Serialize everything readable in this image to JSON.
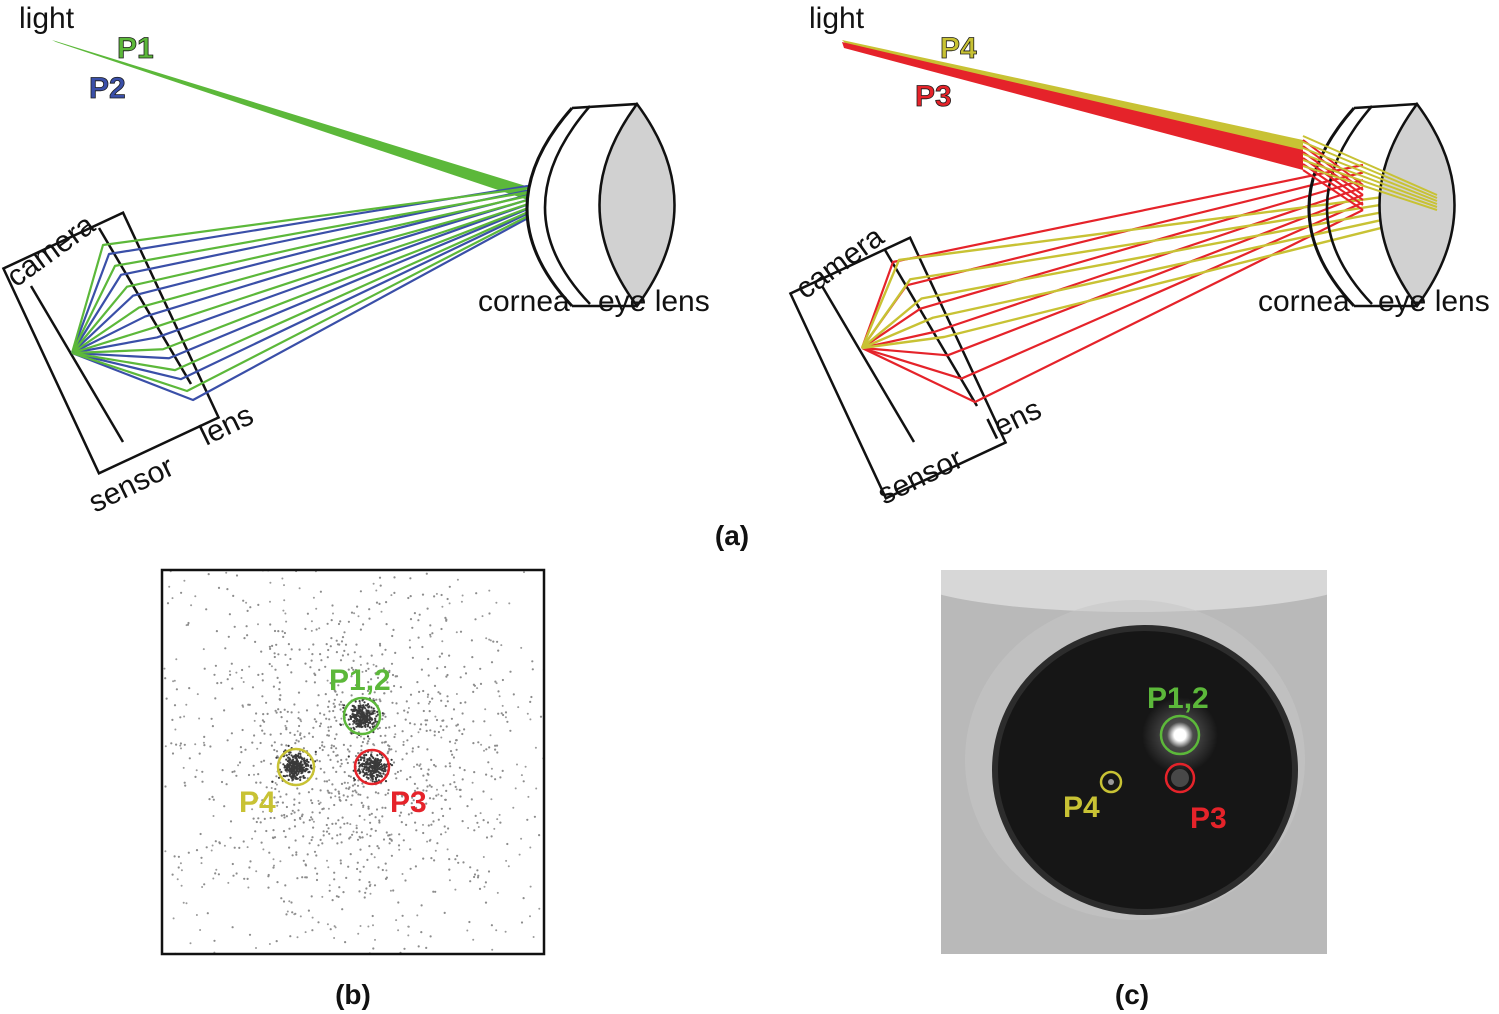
{
  "colors": {
    "green": "#5cb83a",
    "blue": "#3a4fa8",
    "yellow": "#c8c234",
    "red": "#e5232a",
    "lens_fill": "#d1d1d1",
    "outline": "#111111",
    "photo_iris": "#b9b9b9",
    "pupil": "#161616"
  },
  "panel_a": {
    "caption": "(a)",
    "left": {
      "light_label": "light",
      "p1_label": "P1",
      "p2_label": "P2",
      "camera_label": "camera",
      "sensor_label": "sensor",
      "lens_label": "lens",
      "cornea_label": "cornea",
      "eye_lens_label": "eye lens"
    },
    "right": {
      "light_label": "light",
      "p4_label": "P4",
      "p3_label": "P3",
      "camera_label": "camera",
      "sensor_label": "sensor",
      "lens_label": "lens",
      "cornea_label": "cornea",
      "eye_lens_label": "eye lens"
    }
  },
  "panel_b": {
    "caption": "(b)",
    "p12_label": "P1,2",
    "p3_label": "P3",
    "p4_label": "P4"
  },
  "panel_c": {
    "caption": "(c)",
    "p12_label": "P1,2",
    "p3_label": "P3",
    "p4_label": "P4"
  }
}
